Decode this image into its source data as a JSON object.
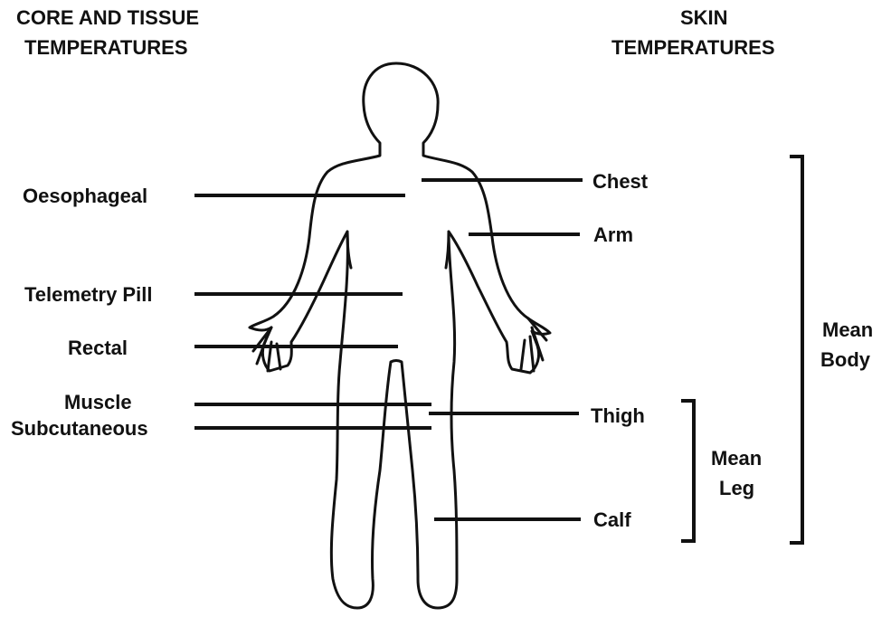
{
  "headers": {
    "core_line1": "CORE AND TISSUE",
    "core_line2": "TEMPERATURES",
    "skin_line1": "SKIN",
    "skin_line2": "TEMPERATURES"
  },
  "core_sites": {
    "oesophageal": "Oesophageal",
    "telemetry_pill": "Telemetry Pill",
    "rectal": "Rectal",
    "muscle": "Muscle",
    "subcutaneous": "Subcutaneous"
  },
  "skin_sites": {
    "chest": "Chest",
    "arm": "Arm",
    "thigh": "Thigh",
    "calf": "Calf"
  },
  "groups": {
    "mean_body_line1": "Mean",
    "mean_body_line2": "Body",
    "mean_leg_line1": "Mean",
    "mean_leg_line2": "Leg"
  }
}
